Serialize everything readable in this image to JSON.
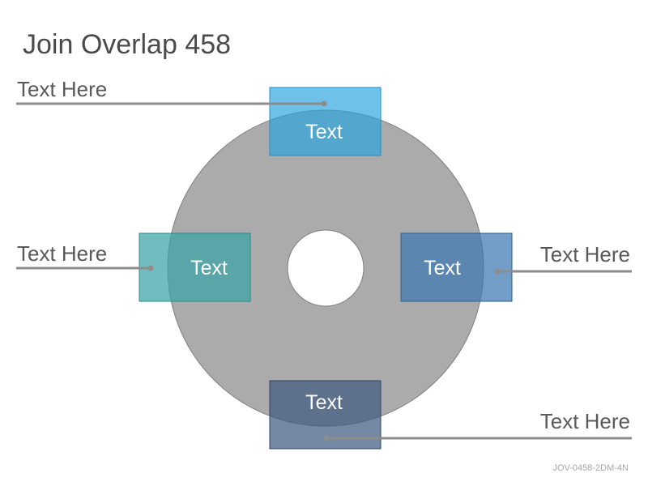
{
  "title": "Join Overlap 458",
  "boxes": [
    {
      "id": "top",
      "text": "Text",
      "color": "#29a3dd"
    },
    {
      "id": "left",
      "text": "Text",
      "color": "#3aa2a5"
    },
    {
      "id": "right",
      "text": "Text",
      "color": "#3c77b2"
    },
    {
      "id": "bottom",
      "text": "Text",
      "color": "#3e5a7f"
    }
  ],
  "callouts": [
    {
      "id": "top-left",
      "text": "Text Here"
    },
    {
      "id": "mid-left",
      "text": "Text Here"
    },
    {
      "id": "mid-right",
      "text": "Text Here"
    },
    {
      "id": "bottom-right",
      "text": "Text Here"
    }
  ],
  "footer_code": "JOV-0458-2DM-4N",
  "colors": {
    "ring": "#ababab",
    "line": "#8c8c8c",
    "title": "#4a4a4a"
  }
}
